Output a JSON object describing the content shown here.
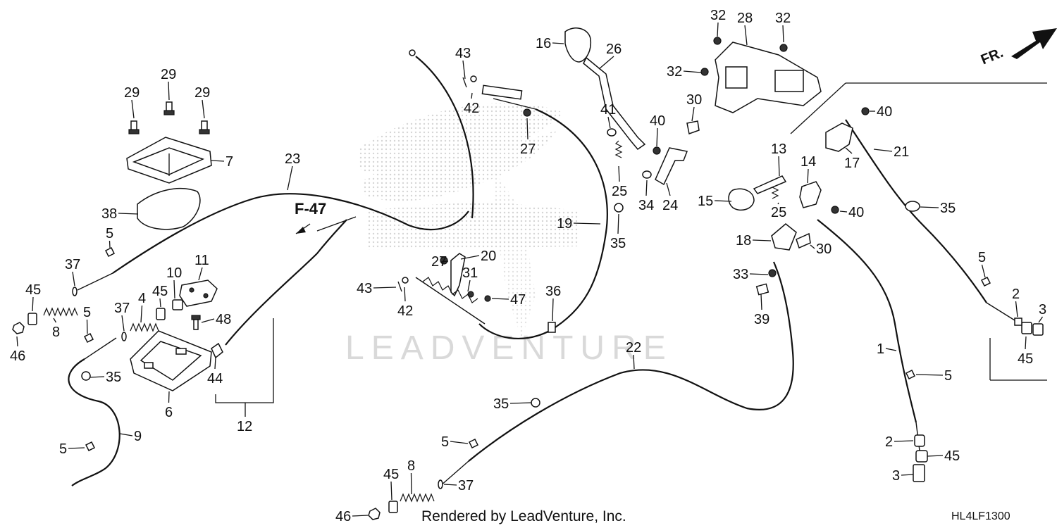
{
  "diagram": {
    "forward_label": "FR.",
    "reference_label": "F-47",
    "watermark": "LEADVENTURE",
    "credit": "Rendered by LeadVenture, Inc.",
    "diagram_code": "HL4LF1300",
    "callouts": [
      {
        "id": "c16",
        "label": "16"
      },
      {
        "id": "c26",
        "label": "26"
      },
      {
        "id": "c43a",
        "label": "43"
      },
      {
        "id": "c42a",
        "label": "42"
      },
      {
        "id": "c27a",
        "label": "27"
      },
      {
        "id": "c41",
        "label": "41"
      },
      {
        "id": "c40a",
        "label": "40"
      },
      {
        "id": "c30a",
        "label": "30"
      },
      {
        "id": "c25a",
        "label": "25"
      },
      {
        "id": "c34",
        "label": "34"
      },
      {
        "id": "c24",
        "label": "24"
      },
      {
        "id": "c32a",
        "label": "32"
      },
      {
        "id": "c28",
        "label": "28"
      },
      {
        "id": "c32b",
        "label": "32"
      },
      {
        "id": "c32c",
        "label": "32"
      },
      {
        "id": "c40b",
        "label": "40"
      },
      {
        "id": "c21",
        "label": "21"
      },
      {
        "id": "c17",
        "label": "17"
      },
      {
        "id": "c35a",
        "label": "35"
      },
      {
        "id": "c13",
        "label": "13"
      },
      {
        "id": "c14",
        "label": "14"
      },
      {
        "id": "c15",
        "label": "15"
      },
      {
        "id": "c25b",
        "label": "25"
      },
      {
        "id": "c40c",
        "label": "40"
      },
      {
        "id": "c18",
        "label": "18"
      },
      {
        "id": "c30b",
        "label": "30"
      },
      {
        "id": "c33",
        "label": "33"
      },
      {
        "id": "c39",
        "label": "39"
      },
      {
        "id": "c29a",
        "label": "29"
      },
      {
        "id": "c29b",
        "label": "29"
      },
      {
        "id": "c29c",
        "label": "29"
      },
      {
        "id": "c7",
        "label": "7"
      },
      {
        "id": "c23",
        "label": "23"
      },
      {
        "id": "c38",
        "label": "38"
      },
      {
        "id": "c5a",
        "label": "5"
      },
      {
        "id": "c37a",
        "label": "37"
      },
      {
        "id": "c45a",
        "label": "45"
      },
      {
        "id": "c46a",
        "label": "46"
      },
      {
        "id": "c8a",
        "label": "8"
      },
      {
        "id": "c11",
        "label": "11"
      },
      {
        "id": "c10",
        "label": "10"
      },
      {
        "id": "c37b",
        "label": "37"
      },
      {
        "id": "c4",
        "label": "4"
      },
      {
        "id": "c45b",
        "label": "45"
      },
      {
        "id": "c5b",
        "label": "5"
      },
      {
        "id": "c48",
        "label": "48"
      },
      {
        "id": "c35b",
        "label": "35"
      },
      {
        "id": "c6",
        "label": "6"
      },
      {
        "id": "c44",
        "label": "44"
      },
      {
        "id": "c12",
        "label": "12"
      },
      {
        "id": "c9",
        "label": "9"
      },
      {
        "id": "c5c",
        "label": "5"
      },
      {
        "id": "c19",
        "label": "19"
      },
      {
        "id": "c35c",
        "label": "35"
      },
      {
        "id": "c20",
        "label": "20"
      },
      {
        "id": "c27b",
        "label": "27"
      },
      {
        "id": "c31",
        "label": "31"
      },
      {
        "id": "c43b",
        "label": "43"
      },
      {
        "id": "c42b",
        "label": "42"
      },
      {
        "id": "c47",
        "label": "47"
      },
      {
        "id": "c36",
        "label": "36"
      },
      {
        "id": "c22",
        "label": "22"
      },
      {
        "id": "c35d",
        "label": "35"
      },
      {
        "id": "c5d",
        "label": "5"
      },
      {
        "id": "c8b",
        "label": "8"
      },
      {
        "id": "c45c",
        "label": "45"
      },
      {
        "id": "c37c",
        "label": "37"
      },
      {
        "id": "c46b",
        "label": "46"
      },
      {
        "id": "c1",
        "label": "1"
      },
      {
        "id": "c5e",
        "label": "5"
      },
      {
        "id": "c2a",
        "label": "2"
      },
      {
        "id": "c45d",
        "label": "45"
      },
      {
        "id": "c3a",
        "label": "3"
      },
      {
        "id": "c5f",
        "label": "5"
      },
      {
        "id": "c2b",
        "label": "2"
      },
      {
        "id": "c3b",
        "label": "3"
      },
      {
        "id": "c45e",
        "label": "45"
      }
    ]
  }
}
